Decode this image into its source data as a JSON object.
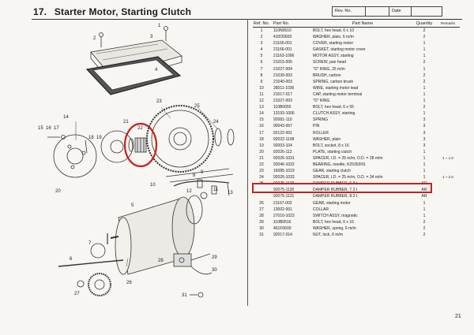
{
  "header": {
    "section_number": "17.",
    "section_title": "Starter Motor, Starting Clutch",
    "rev_label": "Rev. No.",
    "date_label": "Date"
  },
  "table": {
    "headers": [
      "Ref. No.",
      "Part No.",
      "Part Name",
      "Quantity",
      "Remarks"
    ],
    "rows": [
      [
        "1",
        "110N0610",
        "BOLT, hex head, 6 x 10",
        "2",
        ""
      ],
      [
        "2",
        "410O0600",
        "WASHER, plain, 6 m/m",
        "2",
        ""
      ],
      [
        "3",
        "21165-001",
        "COVER, starting motor",
        "1",
        ""
      ],
      [
        "4",
        "21166-001",
        "GASKET, starting motor cover",
        "1",
        ""
      ],
      [
        "5",
        "21163-1006",
        "MOTOR ASSY, starting",
        "1",
        ""
      ],
      [
        "6",
        "21015-005",
        "SCREW, pan head",
        "2",
        ""
      ],
      [
        "7",
        "21027-004",
        "\"O\" RING, 25 m/m",
        "1",
        ""
      ],
      [
        "8",
        "21039-003",
        "BRUSH, carbon",
        "2",
        ""
      ],
      [
        "9",
        "21040-003",
        "SPRING, carbon brush",
        "2",
        ""
      ],
      [
        "10",
        "28011-1036",
        "WIRE, starting motor lead",
        "1",
        ""
      ],
      [
        "11",
        "21017-017",
        "CAP, starting motor terminal",
        "1",
        ""
      ],
      [
        "12",
        "21027-003",
        "\"O\" RING",
        "1",
        ""
      ],
      [
        "13",
        "110B0655",
        "BOLT, hex head, 6 x 55",
        "2",
        ""
      ],
      [
        "14",
        "13193-1006",
        "CLUTCH ASSY, starting",
        "1",
        ""
      ],
      [
        "15",
        "92081-110",
        "SPRING",
        "3",
        ""
      ],
      [
        "16",
        "90043-067",
        "PIN",
        "3",
        ""
      ],
      [
        "17",
        "92122-001",
        "ROLLER",
        "3",
        ""
      ],
      [
        "18",
        "92022-1108",
        "WASHER, plain",
        "3",
        ""
      ],
      [
        "19",
        "92003-104",
        "BOLT, socket, 8 x 16",
        "3",
        ""
      ],
      [
        "20",
        "92026-112",
        "PLATE, starting clutch",
        "1",
        ""
      ],
      [
        "21",
        "92026-1031",
        "SPACER, I.D. = 25 m/m, O.D. = 28 m/m",
        "1",
        "1 ~ 1.0"
      ],
      [
        "22",
        "92046-1022",
        "BEARING, needle, K253020S",
        "1",
        ""
      ],
      [
        "23",
        "16085-1019",
        "GEAR, starting clutch",
        "1",
        ""
      ],
      [
        "24",
        "92026-1033",
        "SPACER, I.D. = 25 m/m, O.D. = 34 m/m",
        "1",
        "1 ~ 2.0"
      ],
      [
        "25",
        "92075-1129",
        "DAMPER RUBBER, 6.3 t",
        "AR",
        ""
      ],
      [
        "",
        "92075-1130",
        "DAMPER RUBBER, 7.3 t",
        "AR",
        ""
      ],
      [
        "",
        "92075-1131",
        "DAMPER RUBBER, 8.3 t",
        "AR",
        ""
      ],
      [
        "26",
        "21167-002",
        "GEAR, starting motor",
        "1",
        ""
      ],
      [
        "27",
        "13002-001",
        "COLLAR",
        "1",
        ""
      ],
      [
        "28",
        "27010-1023",
        "SWITCH ASSY, magnetic",
        "1",
        ""
      ],
      [
        "29",
        "110B0616",
        "BOLT, hex head, 6 x 16",
        "2",
        ""
      ],
      [
        "30",
        "461F0600",
        "WASHER, spring, 6 m/m",
        "2",
        ""
      ],
      [
        "31",
        "92017-014",
        "NUT, lock, 6 m/m",
        "2",
        ""
      ]
    ]
  },
  "diagram_callouts": [
    "1",
    "2",
    "3",
    "4",
    "5",
    "6",
    "7",
    "8",
    "9",
    "10",
    "11",
    "12",
    "13",
    "14",
    "15",
    "16",
    "17",
    "18",
    "19",
    "20",
    "21",
    "22",
    "23",
    "24",
    "25",
    "26",
    "27",
    "28",
    "29",
    "30",
    "31"
  ],
  "page_number": "21",
  "colors": {
    "highlight": "#c8201c",
    "ink": "#1a1a1a",
    "paper": "#f7f6f2"
  }
}
